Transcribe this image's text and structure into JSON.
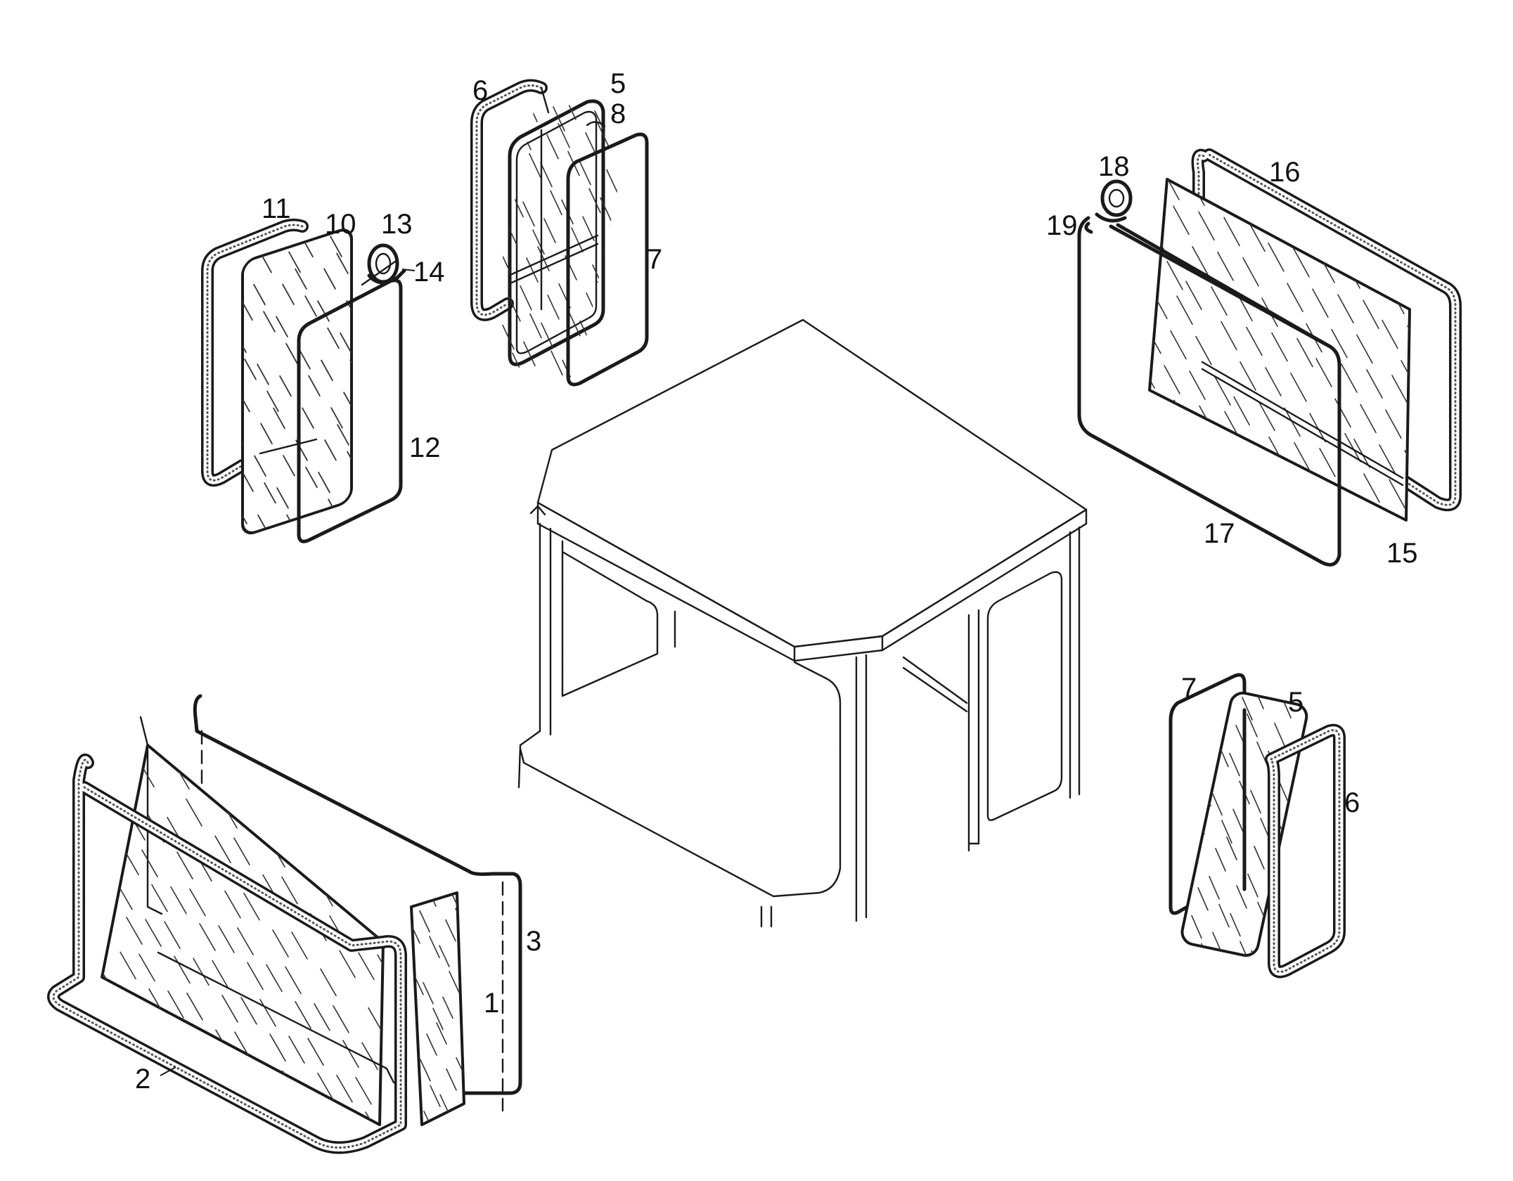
{
  "diagram": {
    "callouts": [
      "1",
      "2",
      "3",
      "5",
      "6",
      "7",
      "8",
      "10",
      "11",
      "12",
      "13",
      "14",
      "15",
      "16",
      "17",
      "18",
      "19"
    ]
  }
}
